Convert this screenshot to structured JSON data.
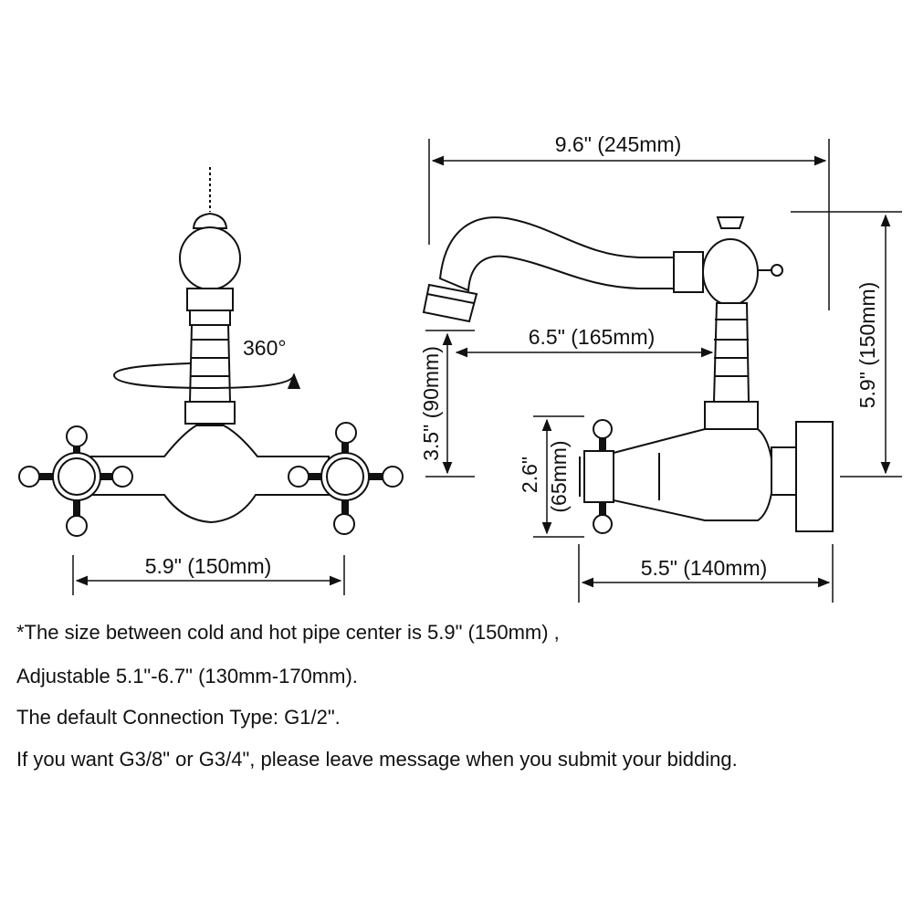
{
  "dimensions": {
    "overall_length": "9.6\" (245mm)",
    "spout_reach": "6.5\" (165mm)",
    "spout_height": "3.5\" (90mm)",
    "body_height_in": "2.6\"",
    "body_height_mm": "(65mm)",
    "total_height": "5.9\" (150mm)",
    "wall_depth": "5.5\" (140mm)",
    "pipe_center": "5.9\" (150mm)",
    "rotation": "360°"
  },
  "notes": {
    "line1": "*The size between cold and hot pipe center is 5.9\" (150mm) ,",
    "line2": "Adjustable 5.1\"-6.7\" (130mm-170mm).",
    "line3": "The default Connection Type: G1/2\".",
    "line4": "If you want G3/8\" or G3/4\", please leave message when you submit your bidding."
  },
  "colors": {
    "ink": "#111111",
    "background": "#ffffff"
  }
}
